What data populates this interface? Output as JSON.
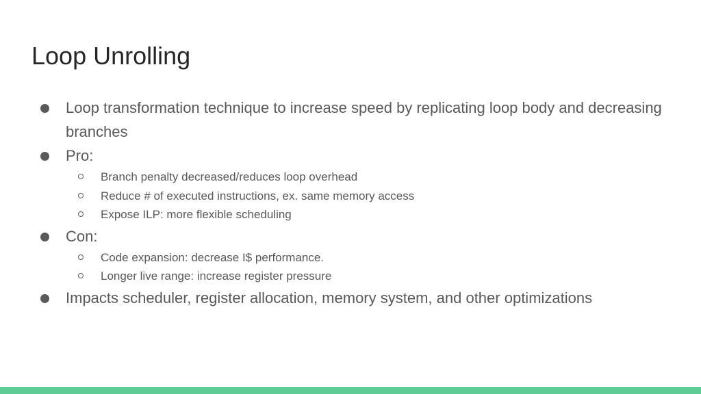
{
  "slide": {
    "title": "Loop Unrolling",
    "accent_color": "#5fcb95",
    "bullets": [
      {
        "text": "Loop transformation technique to increase speed by replicating loop body and decreasing branches",
        "subitems": []
      },
      {
        "text": "Pro:",
        "subitems": [
          "Branch penalty decreased/reduces loop overhead",
          "Reduce # of executed instructions, ex. same memory access",
          "Expose ILP: more flexible scheduling"
        ]
      },
      {
        "text": "Con:",
        "subitems": [
          "Code expansion: decrease I$ performance.",
          "Longer live range: increase register pressure"
        ]
      },
      {
        "text": "Impacts scheduler, register allocation, memory system, and other optimizations",
        "subitems": []
      }
    ]
  }
}
